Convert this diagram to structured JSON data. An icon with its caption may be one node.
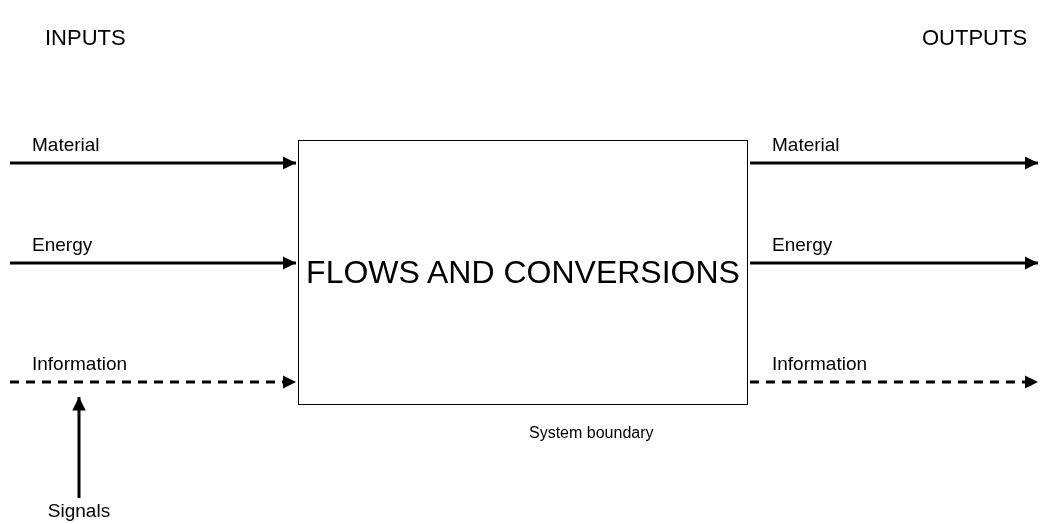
{
  "diagram": {
    "nodes": [
      {
        "text": [
          "FLOWS AND CONVERSIONS"
        ],
        "beside": [
          "System boundary"
        ]
      },
      {
        "text": [
          "Signals"
        ]
      }
    ],
    "edges": [
      {
        "from": null,
        "to": 0,
        "arrow": "to",
        "label": "Material"
      },
      {
        "from": null,
        "to": 0,
        "arrow": "to",
        "label": "Energy"
      },
      {
        "from": null,
        "to": 0,
        "arrow": "to",
        "label": "Information",
        "style": "dashed"
      },
      {
        "from": 0,
        "to": null,
        "arrow": "to",
        "label": "Material"
      },
      {
        "from": 0,
        "to": null,
        "arrow": "to",
        "label": "Energy"
      },
      {
        "from": 0,
        "to": null,
        "arrow": "to",
        "label": "Information",
        "style": "dashed"
      },
      {
        "from": 1,
        "to": null,
        "arrow": "to"
      }
    ],
    "labels": [
      "INPUTS",
      "OUTPUTS"
    ]
  }
}
